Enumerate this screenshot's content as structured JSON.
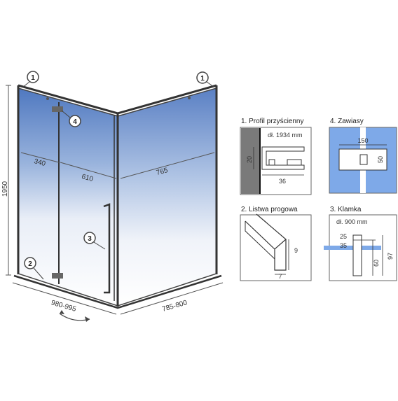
{
  "main": {
    "height_label": "1950",
    "panel_widths": [
      "340",
      "610",
      "765"
    ],
    "bottom_width": "980-995",
    "side_width": "785-800",
    "callouts": [
      "1",
      "1",
      "2",
      "3",
      "4"
    ]
  },
  "details": {
    "profile": {
      "title": "1. Profil przyścienny",
      "length": "dł. 1934 mm",
      "height": "20",
      "width": "36"
    },
    "hinges": {
      "title": "4. Zawiasy",
      "width": "150",
      "height": "50"
    },
    "threshold": {
      "title": "2. Listwa progowa",
      "height": "9",
      "width": "7"
    },
    "handle": {
      "title": "3. Klamka",
      "length": "dł. 900 mm",
      "depth": "25",
      "width": "35",
      "offset": "60",
      "height": "97"
    }
  },
  "colors": {
    "glass": "#5c86c9",
    "hinge_bg": "#7ea9e8",
    "line": "#555555"
  }
}
